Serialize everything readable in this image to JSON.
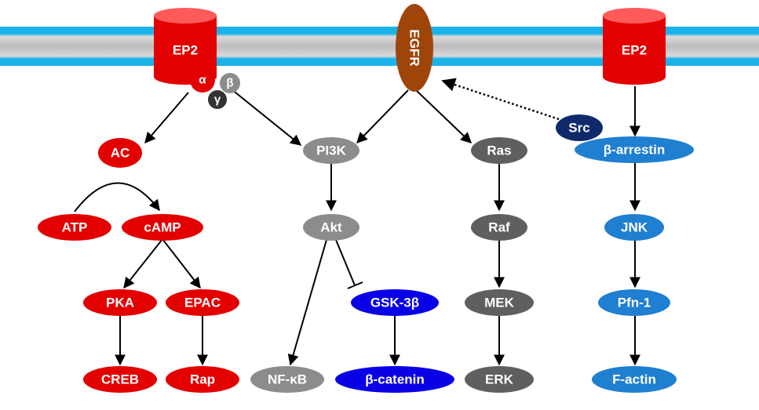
{
  "receptors": {
    "ep2_left": "EP2",
    "egfr": "EGFR",
    "ep2_right": "EP2"
  },
  "g_protein": {
    "alpha": "α",
    "beta": "β",
    "gamma": "γ"
  },
  "camp_pathway": {
    "ac": "AC",
    "atp": "ATP",
    "camp": "cAMP",
    "pka": "PKA",
    "epac": "EPAC",
    "creb": "CREB",
    "rap": "Rap"
  },
  "pi3k_pathway": {
    "pi3k": "PI3K",
    "akt": "Akt",
    "nfkb": "NF-κB",
    "gsk3b": "GSK-3β",
    "bcatenin": "β-catenin"
  },
  "mapk_pathway": {
    "ras": "Ras",
    "raf": "Raf",
    "mek": "MEK",
    "erk": "ERK"
  },
  "arrestin_pathway": {
    "src": "Src",
    "barrestin": "β-arrestin",
    "jnk": "JNK",
    "pfn1": "Pfn-1",
    "factin": "F-actin"
  },
  "colors": {
    "membrane_blue": "#1ab2e8",
    "membrane_gray": "#c8c8c8",
    "red": "#e30000",
    "egfr_brown": "#a0450a",
    "gray_light": "#8c8c8c",
    "gray_dark": "#5f5f5f",
    "gsk_blue": "#0a00e6",
    "arrestin_blue": "#1f7fd0",
    "src_navy": "#0f2a6b"
  }
}
